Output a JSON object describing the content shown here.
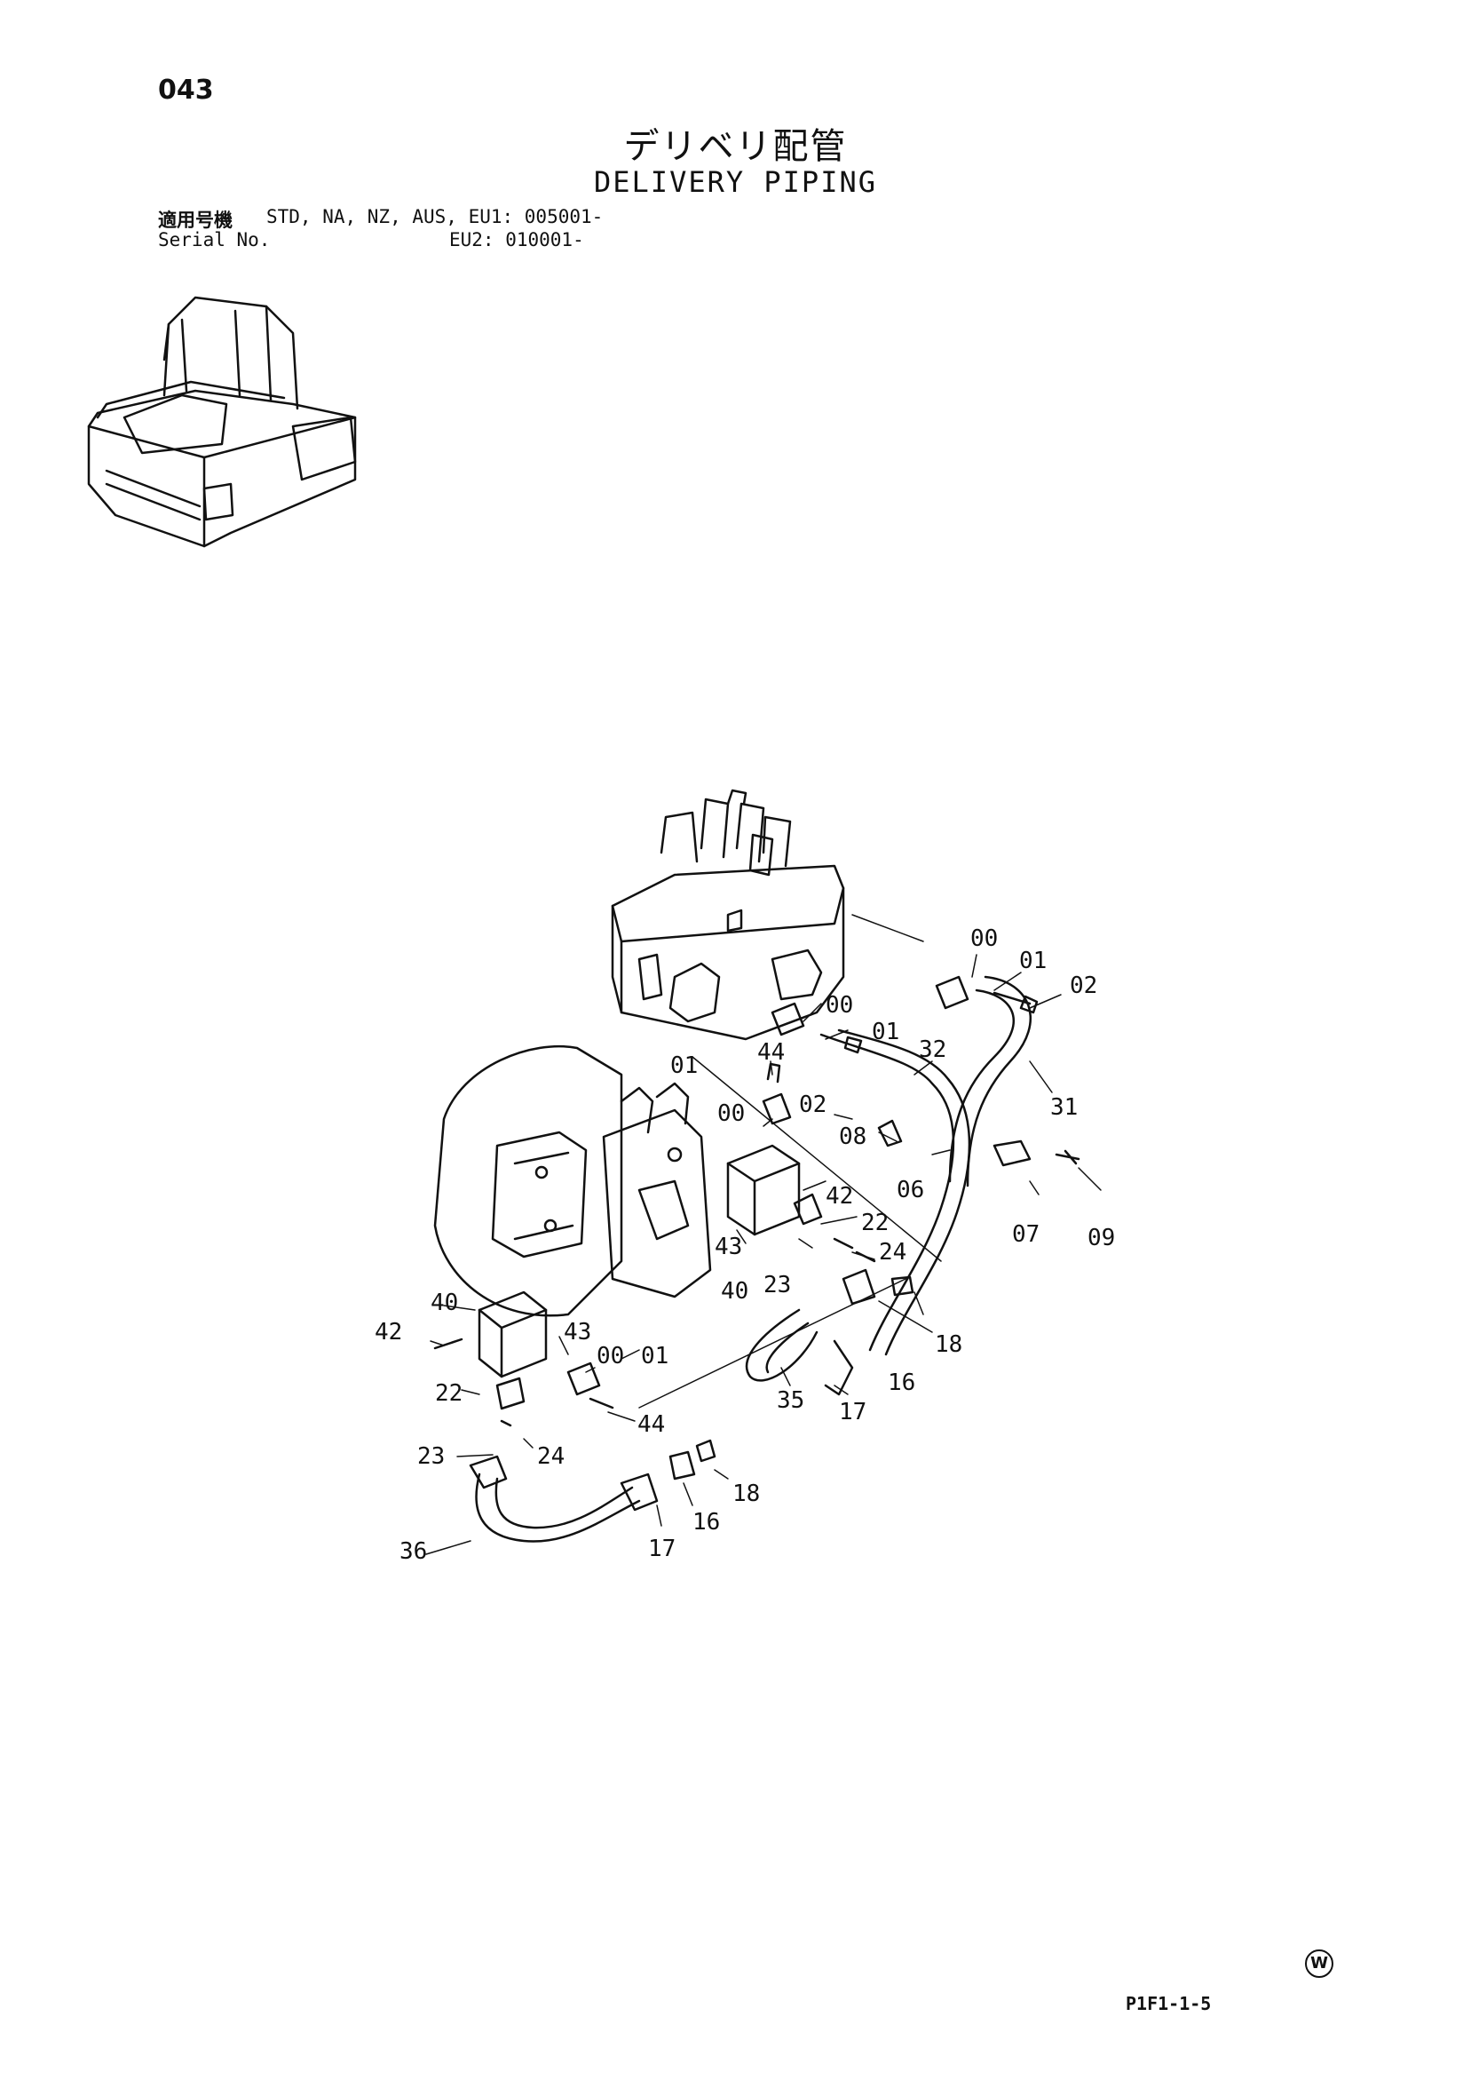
{
  "header": {
    "page_number": "043",
    "title_jp": "デリベリ配管",
    "title_en": "DELIVERY PIPING"
  },
  "serial": {
    "label_jp": "適用号機",
    "label_en": "Serial No.",
    "line1_models": "STD, NA, NZ, AUS, EU1: 005001-",
    "line2_models": "EU2: 010001-"
  },
  "callouts": [
    {
      "id": "c-00a",
      "text": "00"
    },
    {
      "id": "c-01a",
      "text": "01"
    },
    {
      "id": "c-02a",
      "text": "02"
    },
    {
      "id": "c-00b",
      "text": "00"
    },
    {
      "id": "c-01b",
      "text": "01"
    },
    {
      "id": "c-32",
      "text": "32"
    },
    {
      "id": "c-31",
      "text": "31"
    },
    {
      "id": "c-44a",
      "text": "44"
    },
    {
      "id": "c-01c",
      "text": "01"
    },
    {
      "id": "c-02b",
      "text": "02"
    },
    {
      "id": "c-00c",
      "text": "00"
    },
    {
      "id": "c-08",
      "text": "08"
    },
    {
      "id": "c-06",
      "text": "06"
    },
    {
      "id": "c-07",
      "text": "07"
    },
    {
      "id": "c-09",
      "text": "09"
    },
    {
      "id": "c-42a",
      "text": "42"
    },
    {
      "id": "c-22a",
      "text": "22"
    },
    {
      "id": "c-43a",
      "text": "43"
    },
    {
      "id": "c-24a",
      "text": "24"
    },
    {
      "id": "c-40a",
      "text": "40"
    },
    {
      "id": "c-23a",
      "text": "23"
    },
    {
      "id": "c-18a",
      "text": "18"
    },
    {
      "id": "c-16a",
      "text": "16"
    },
    {
      "id": "c-35",
      "text": "35"
    },
    {
      "id": "c-17a",
      "text": "17"
    },
    {
      "id": "c-40b",
      "text": "40"
    },
    {
      "id": "c-42b",
      "text": "42"
    },
    {
      "id": "c-43b",
      "text": "43"
    },
    {
      "id": "c-00d",
      "text": "00"
    },
    {
      "id": "c-01d",
      "text": "01"
    },
    {
      "id": "c-22b",
      "text": "22"
    },
    {
      "id": "c-44b",
      "text": "44"
    },
    {
      "id": "c-23b",
      "text": "23"
    },
    {
      "id": "c-24b",
      "text": "24"
    },
    {
      "id": "c-18b",
      "text": "18"
    },
    {
      "id": "c-16b",
      "text": "16"
    },
    {
      "id": "c-36",
      "text": "36"
    },
    {
      "id": "c-17b",
      "text": "17"
    }
  ],
  "footer": {
    "code": "P1F1-1-5",
    "mark": "W"
  }
}
